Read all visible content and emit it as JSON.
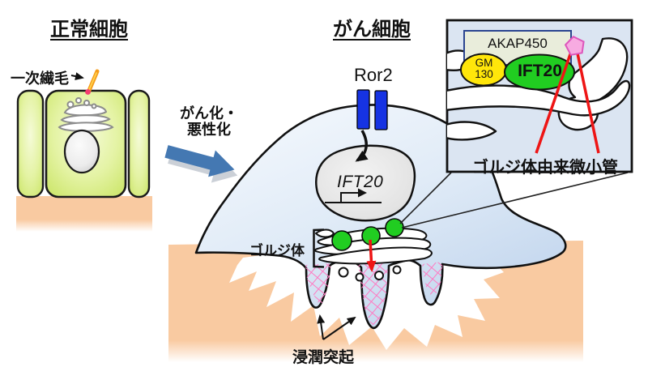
{
  "titles": {
    "normal_cell": "正常細胞",
    "cancer_cell": "がん細胞"
  },
  "labels": {
    "primary_cilium": "一次繊毛",
    "transformation": [
      "がん化・",
      "悪性化"
    ],
    "ror2": "Ror2",
    "ift20_gene": "IFT20",
    "golgi": "ゴルジ体",
    "invadopodia": "浸潤突起"
  },
  "inset": {
    "akap450": "AKAP450",
    "gm130": [
      "GM",
      "130"
    ],
    "ift20": "IFT20",
    "golgi_derived_microtubule": "ゴルジ体由来微小管"
  },
  "icons": {
    "transform_arrow": "block-arrow-right",
    "cilium_pointer": "arrow-right",
    "invadopodia_pointers": "arrows-up",
    "magnifier_wedge": "callout-lines"
  },
  "colors": {
    "normal_cell_fill": "#dff0a0",
    "cancer_cell_fill": "#cfe0f2",
    "matrix_peach": "#f9caa1",
    "receptor_blue": "#1633e3",
    "ift20_green": "#21cd21",
    "gm130_yellow": "#ffe60a",
    "akap450_fill": "#e9eddb",
    "akap450_border": "#2b4590",
    "pentagon_pink": "#f7abe1",
    "microtubule_red": "#ee1515",
    "actin_pink": "#ff79c1",
    "transform_arrow_blue": "#4478b2",
    "cilium_orange": "#f59c1b",
    "cilium_base_red": "#f43d71"
  }
}
